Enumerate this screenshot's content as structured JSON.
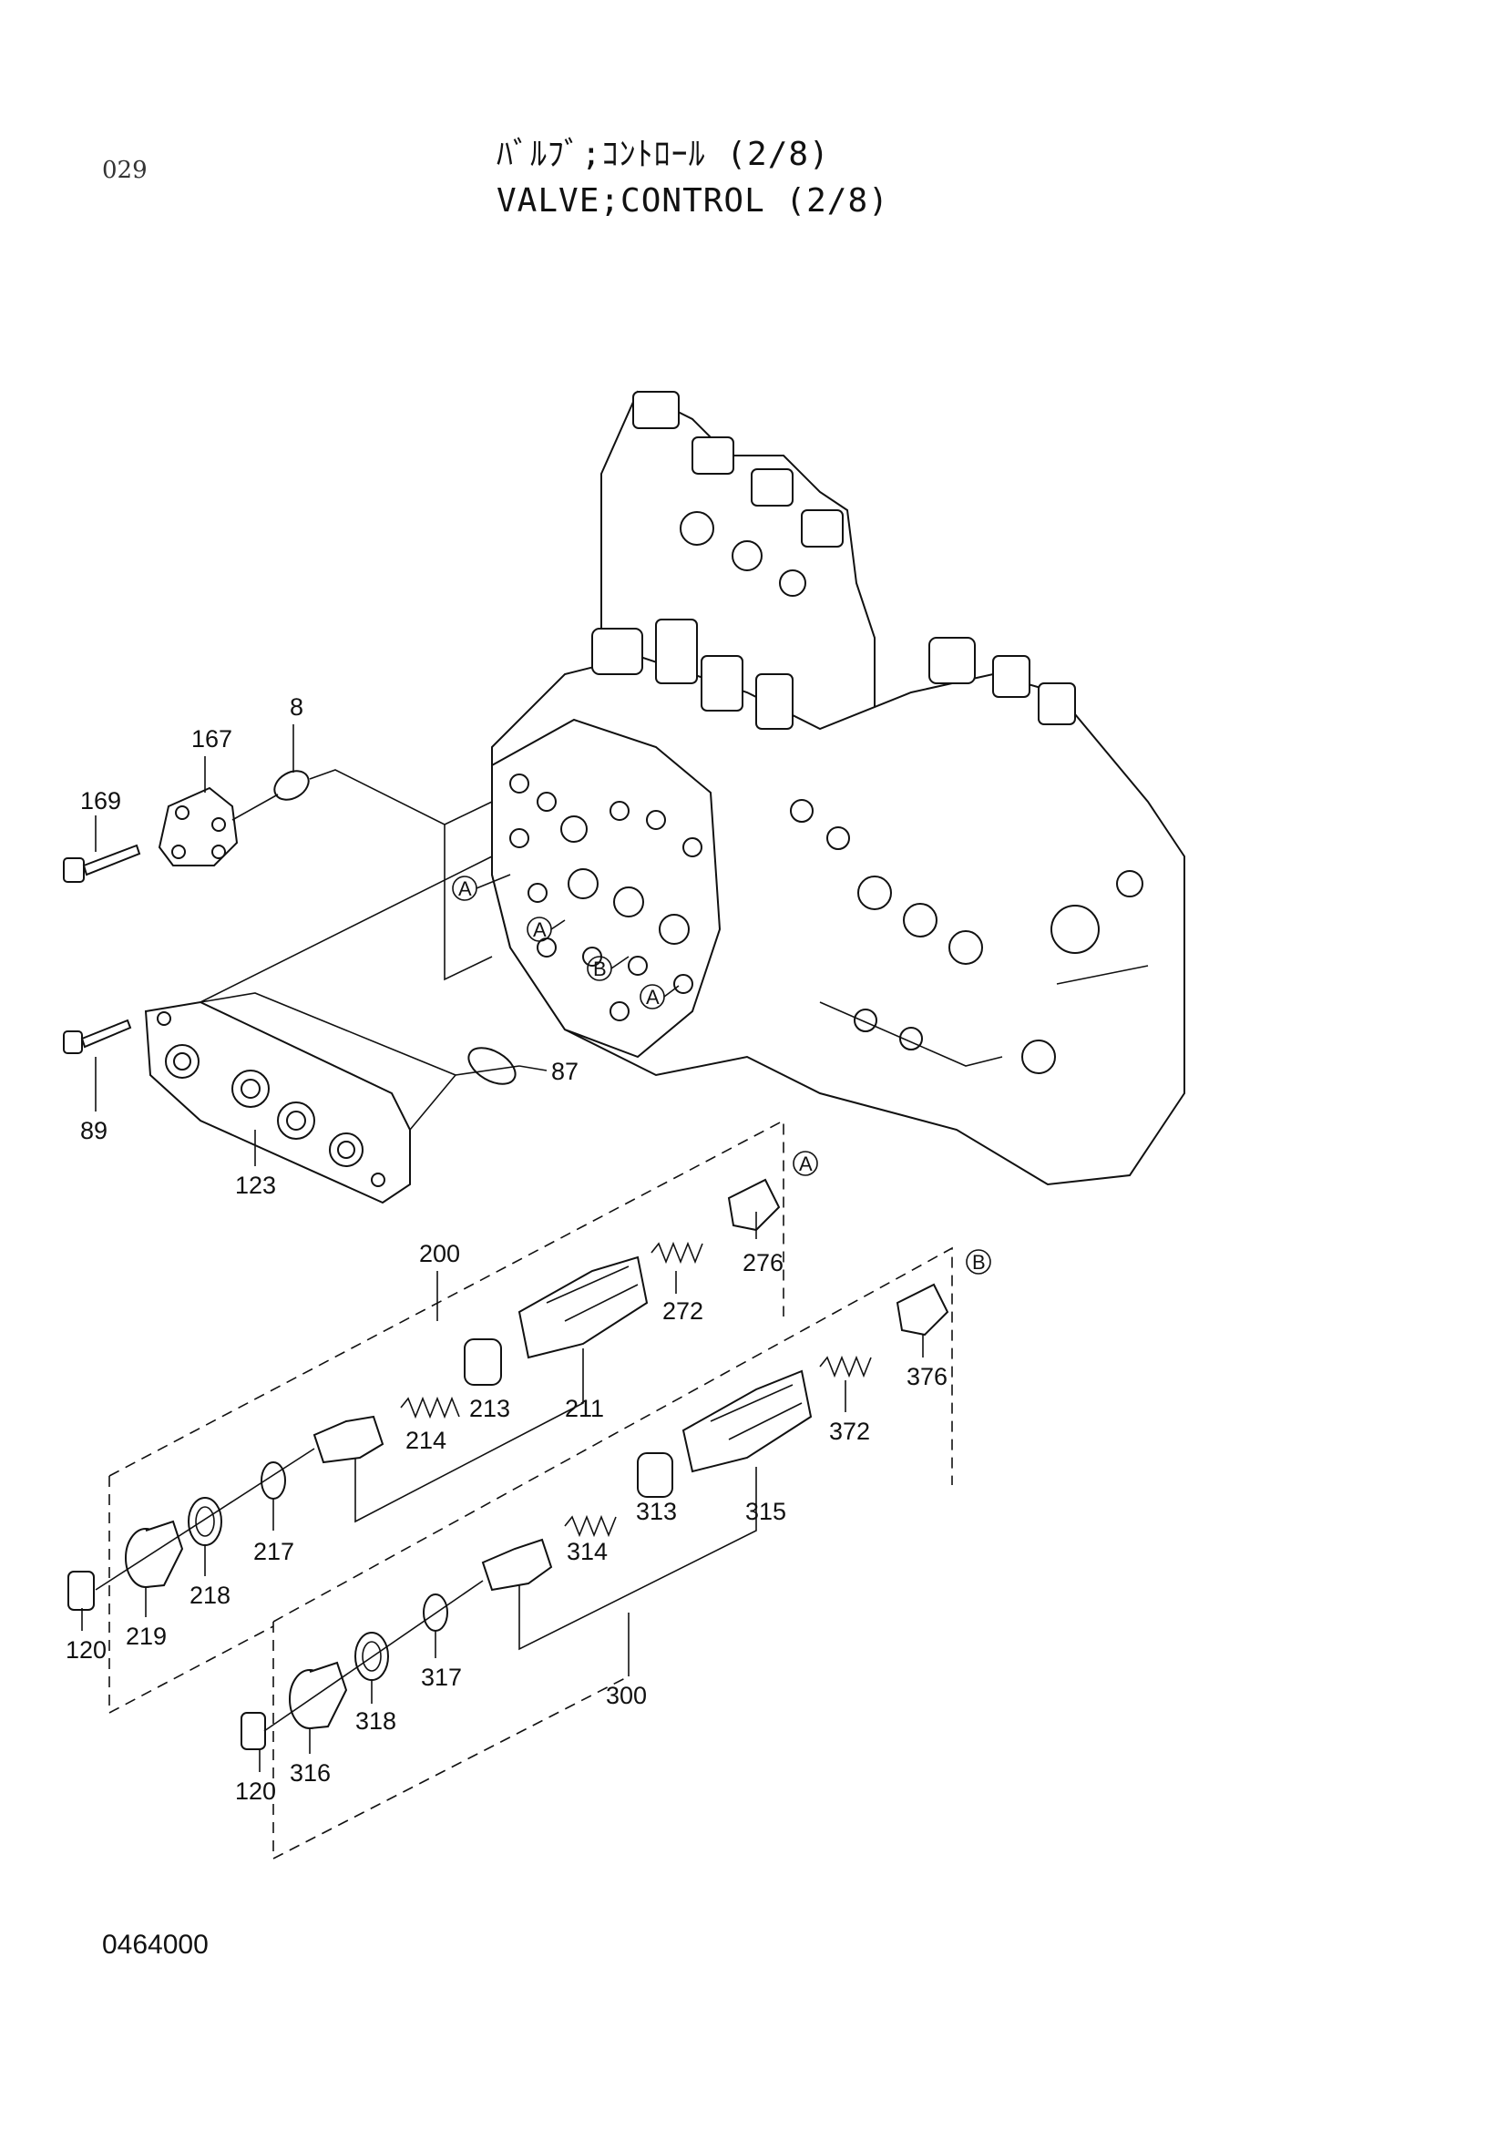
{
  "page": {
    "number": "029"
  },
  "title": {
    "japanese": "ﾊﾞﾙﾌﾞ;ｺﾝﾄﾛｰﾙ (2/8)",
    "english": "VALVE;CONTROL (2/8)"
  },
  "drawing_code": "0464000",
  "callouts": {
    "p8": "8",
    "p167": "167",
    "p169": "169",
    "p87": "87",
    "p89": "89",
    "p123": "123",
    "p200": "200",
    "p211": "211",
    "p213": "213",
    "p214": "214",
    "p217": "217",
    "p218": "218",
    "p219": "219",
    "p120a": "120",
    "p272": "272",
    "p276": "276",
    "p300": "300",
    "p313": "313",
    "p314": "314",
    "p315": "315",
    "p316": "316",
    "p317": "317",
    "p318": "318",
    "p120b": "120",
    "p372": "372",
    "p376": "376"
  },
  "reference_marks": {
    "a1": "A",
    "a2": "A",
    "a3": "A",
    "b1": "B",
    "a_top": "A",
    "b_top": "B"
  }
}
